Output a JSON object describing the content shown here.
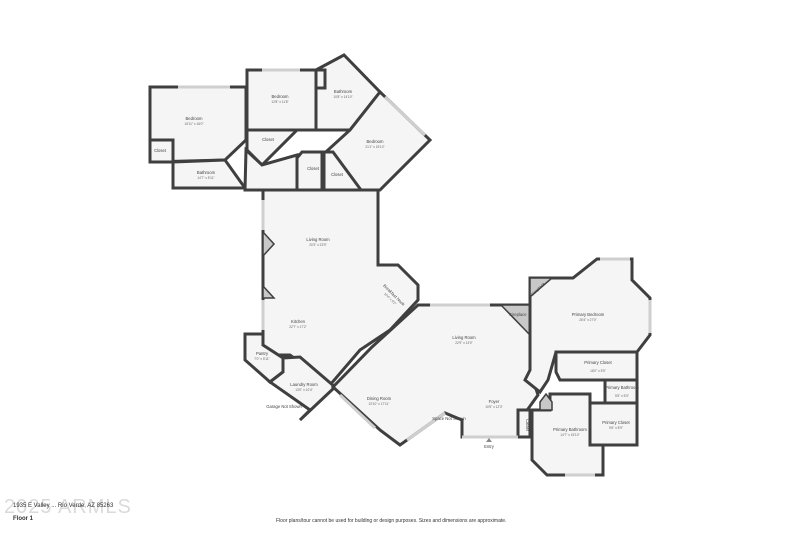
{
  "floor_plan": {
    "address": "1935 E Valley ... Rio Verde, AZ 85263",
    "floor": "Floor 1",
    "disclaimer": "Floor plans/tour cannot be used for building or design purposes. Sizes and dimensions are approximate.",
    "watermark": "2025 ARMLS",
    "colors": {
      "wall": "#3f3f3f",
      "floor": "#f5f5f5",
      "fixture": "#c8c8c8",
      "window": "#cfcfcf"
    },
    "rooms": [
      {
        "name": "Bedroom",
        "dims": "15'11\" x 16'0\""
      },
      {
        "name": "Bedroom",
        "dims": "12'8\" x 11'8\""
      },
      {
        "name": "Bathroom",
        "dims": "10'8\" x 14'10\""
      },
      {
        "name": "Bedroom",
        "dims": "21'1\" x 15'10\""
      },
      {
        "name": "Closet",
        "dims": ""
      },
      {
        "name": "Closet",
        "dims": ""
      },
      {
        "name": "Closet",
        "dims": ""
      },
      {
        "name": "Closet",
        "dims": ""
      },
      {
        "name": "Bathroom",
        "dims": "14'7\" x 5'11\""
      },
      {
        "name": "Living Room",
        "dims": "20'3\" x 23'9\""
      },
      {
        "name": "Breakfast Nook",
        "dims": "10'4\" x 9'2\""
      },
      {
        "name": "Kitchen",
        "dims": "22'7\" x 17'2\""
      },
      {
        "name": "Pantry",
        "dims": "7'0\" x 5'11\""
      },
      {
        "name": "Laundry Room",
        "dims": "13'0\" x 10'4\""
      },
      {
        "name": "Dining Room",
        "dims": "22'10\" x 17'11\""
      },
      {
        "name": "Living Room",
        "dims": "22'9\" x 13'0\""
      },
      {
        "name": "Fireplace",
        "dims": ""
      },
      {
        "name": "Fireplace",
        "dims": ""
      },
      {
        "name": "Foyer",
        "dims": "10'5\" x 12'3\""
      },
      {
        "name": "Closet",
        "dims": ""
      },
      {
        "name": "Primary Bedroom",
        "dims": "26'4\" x 27'0\""
      },
      {
        "name": "Primary Closet",
        "dims": "16'0\" x 5'5\""
      },
      {
        "name": "Primary Bathroom",
        "dims": "5'5\" x 5'5\""
      },
      {
        "name": "Primary Closet",
        "dims": "9'6\" x 8'9\""
      },
      {
        "name": "Primary Bathroom",
        "dims": "14'7\" x 15'10\""
      }
    ],
    "notes": {
      "garage": "Garage Not Shown",
      "space": "Space Not Shown",
      "entry": "Entry"
    }
  }
}
